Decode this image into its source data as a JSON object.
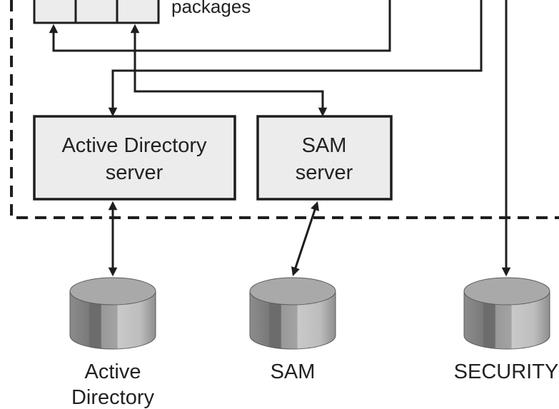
{
  "top": {
    "partial_label": "packages"
  },
  "servers": {
    "ad_server": {
      "line1": "Active Directory",
      "line2": "server"
    },
    "sam_server": {
      "line1": "SAM",
      "line2": "server"
    }
  },
  "databases": {
    "active_directory": {
      "line1": "Active",
      "line2": "Directory"
    },
    "sam": {
      "line1": "SAM"
    },
    "security": {
      "line1": "SECURITY"
    }
  },
  "colors": {
    "box_fill": "#ececec",
    "stroke": "#1e1e1e",
    "cylinder_light": "#c4c4c4",
    "cylinder_mid": "#9a9a9a",
    "cylinder_dark": "#6f6f6f",
    "cylinder_top": "#a9a9a9"
  }
}
